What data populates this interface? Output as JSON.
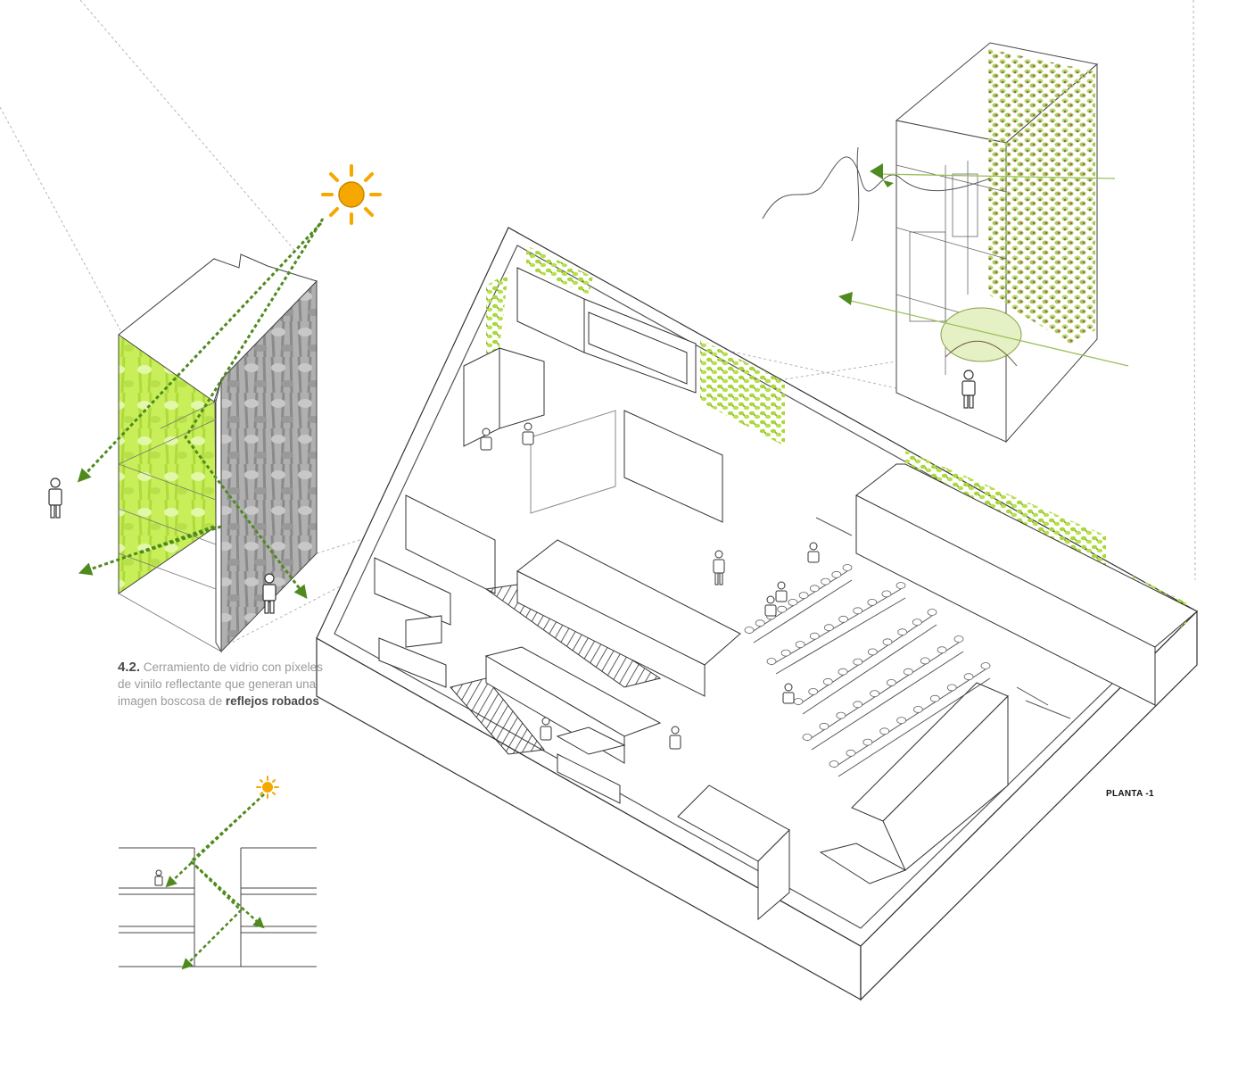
{
  "caption": {
    "number": "4.2.",
    "body": "Cerramiento de vidrio con píxeles de vinilo reflectante que generan una imagen boscosa de",
    "highlight": "reflejos robados"
  },
  "plan_label": "PLANTA -1",
  "icons": [
    "sun-icon",
    "person-icon",
    "reflection-arrow-icon",
    "foliage-texture"
  ],
  "colors": {
    "sun": "#f5a800",
    "arrow": "#4f8a1e",
    "foliage": "#b8e04a",
    "foliage_dark": "#8e6a4a",
    "glass_reflection": "#9e9e9e",
    "line": "#3a3a3a",
    "guide": "#9a9a9a"
  }
}
